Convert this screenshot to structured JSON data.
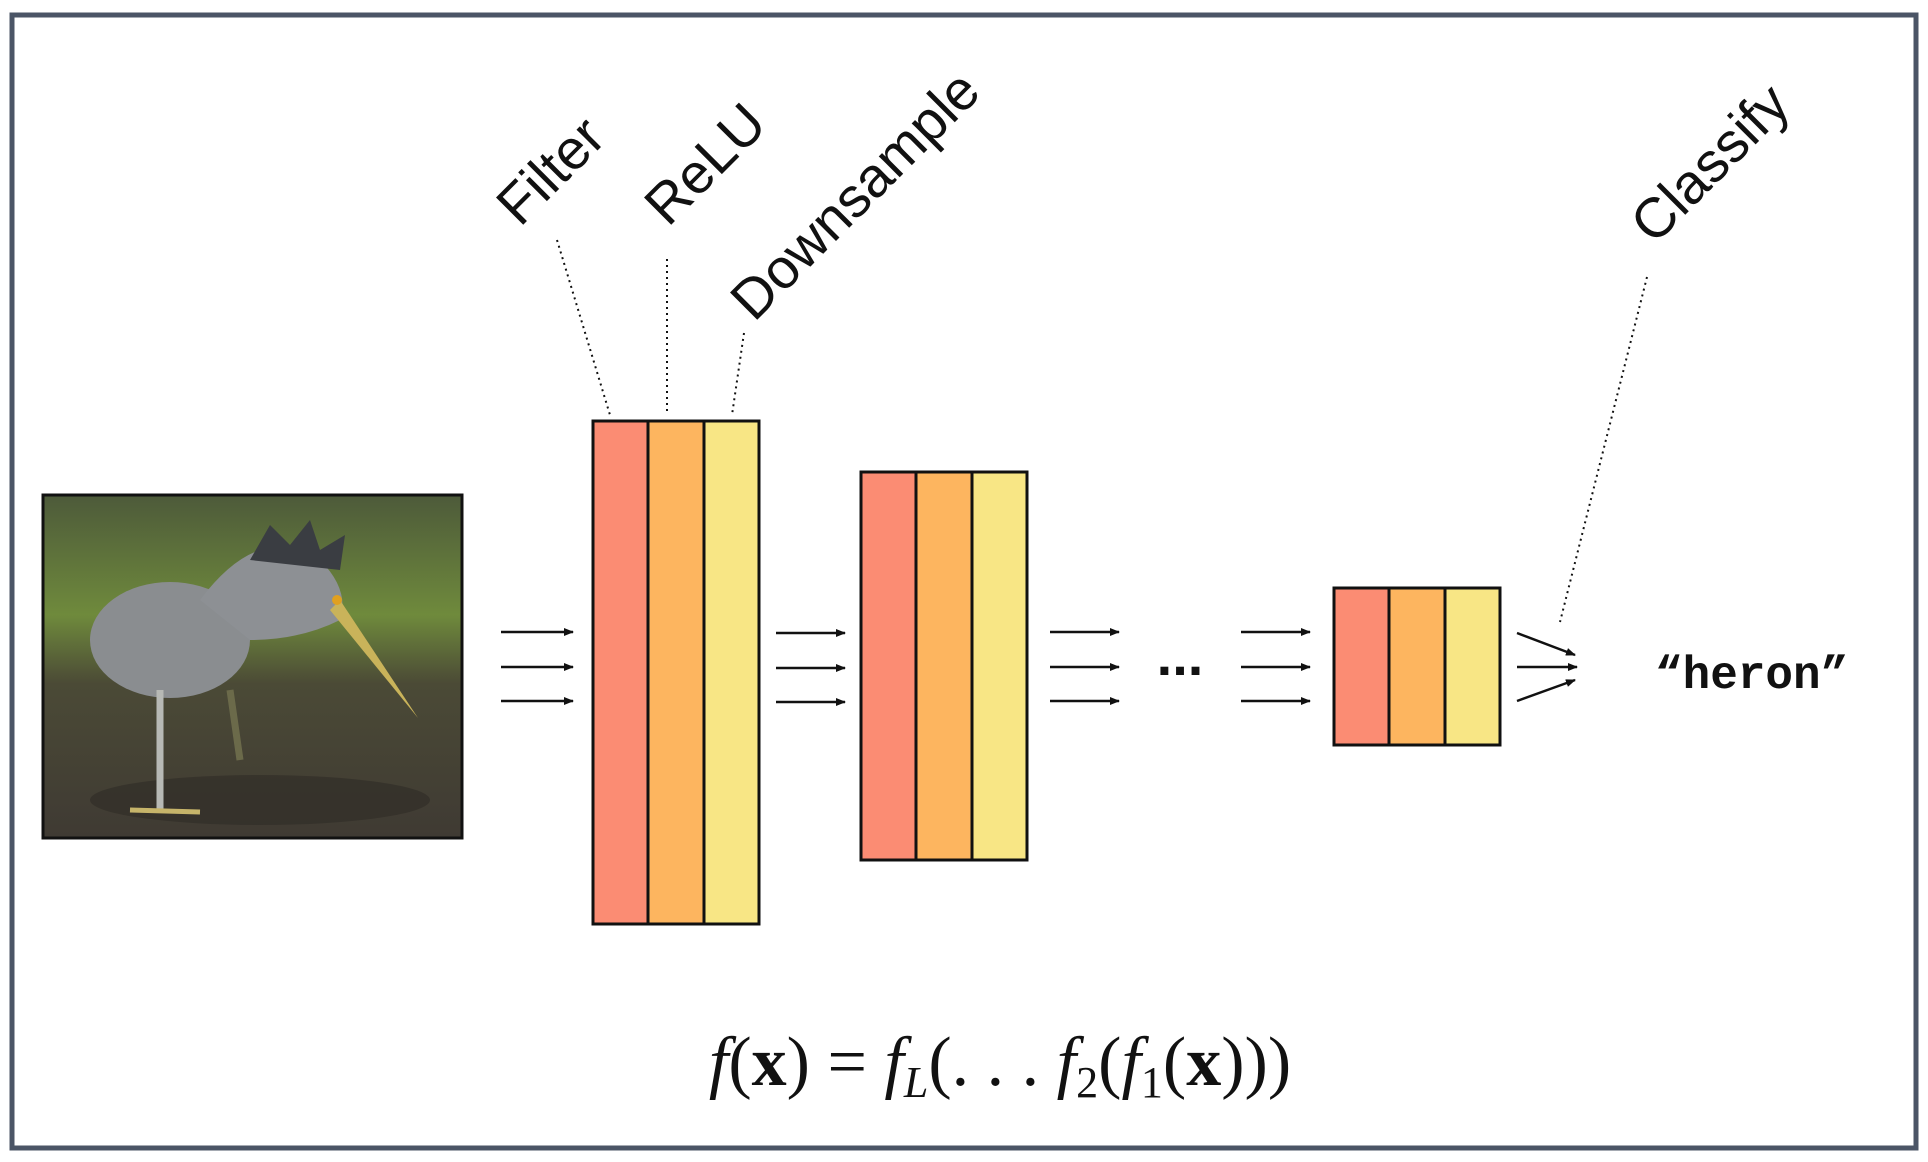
{
  "labels": {
    "filter": "Filter",
    "relu": "ReLU",
    "downsample": "Downsample",
    "classify": "Classify"
  },
  "output_label": "“heron”",
  "ellipsis": "...",
  "formula": {
    "f": "f",
    "x": "x",
    "eq": "=",
    "fL": "f",
    "L": "L",
    "dots": "(. . . ",
    "f2": "f",
    "two": "2",
    "f1": "f",
    "one": "1",
    "open1": "(",
    "close1": ")",
    "open2": "(",
    "open3": "(",
    "close3": ")))"
  },
  "colors": {
    "filter": "#fb8c73",
    "relu": "#fdb55f",
    "downsample": "#f8e685",
    "frame": "#4b5566"
  }
}
